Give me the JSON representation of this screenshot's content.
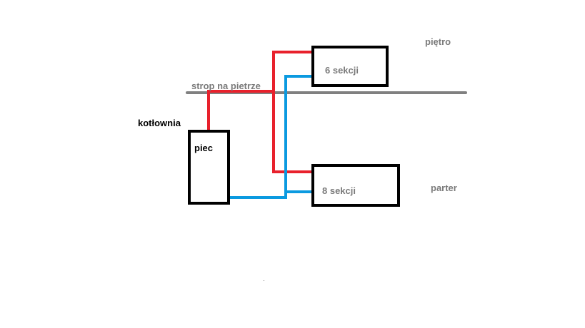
{
  "labels": {
    "floor_upper": "piętro",
    "floor_ground": "parter",
    "ceiling": "strop na pietrze",
    "boiler_room": "kotłownia",
    "furnace": "piec",
    "radiator_upper": "6 sekcji",
    "radiator_lower": "8 sekcji"
  },
  "colors": {
    "supply_pipe": "#e8212c",
    "return_pipe": "#0b9ae0",
    "ceiling_line": "#808080",
    "outline": "#000000"
  }
}
